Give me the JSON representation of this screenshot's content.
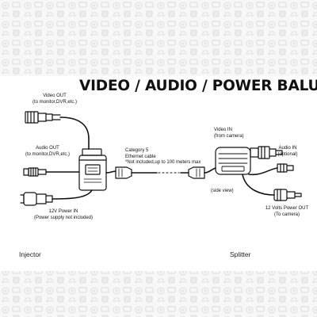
{
  "title": "VIDEO / AUDIO / POWER BALUN",
  "injector": {
    "name": "Injector",
    "video_out": {
      "line1": "Video OUT",
      "line2": "(to monitor,DVR,etc.)"
    },
    "audio_out": {
      "line1": "Audio OUT",
      "line2": "(to monitor,DVR,etc.)"
    },
    "power_in": {
      "line1": "12V Power IN",
      "line2": "(Power supply not included)"
    }
  },
  "cable": {
    "line1": "Category 5",
    "line2": "Ethernet cable",
    "line3": "*Not included,up to 100 meters max"
  },
  "splitter": {
    "name": "Splitter",
    "video_in": {
      "line1": "Video IN",
      "line2": "(from camera)"
    },
    "audio_in": {
      "line1": "Audio IN",
      "line2": "(optional)"
    },
    "side_view": "(side view)",
    "power_out": {
      "line1": "12 Volts Power OUT",
      "line2": "(To camera)"
    }
  },
  "colors": {
    "line": "#111111",
    "pattern": "#d9d9d9",
    "background": "#ffffff"
  }
}
